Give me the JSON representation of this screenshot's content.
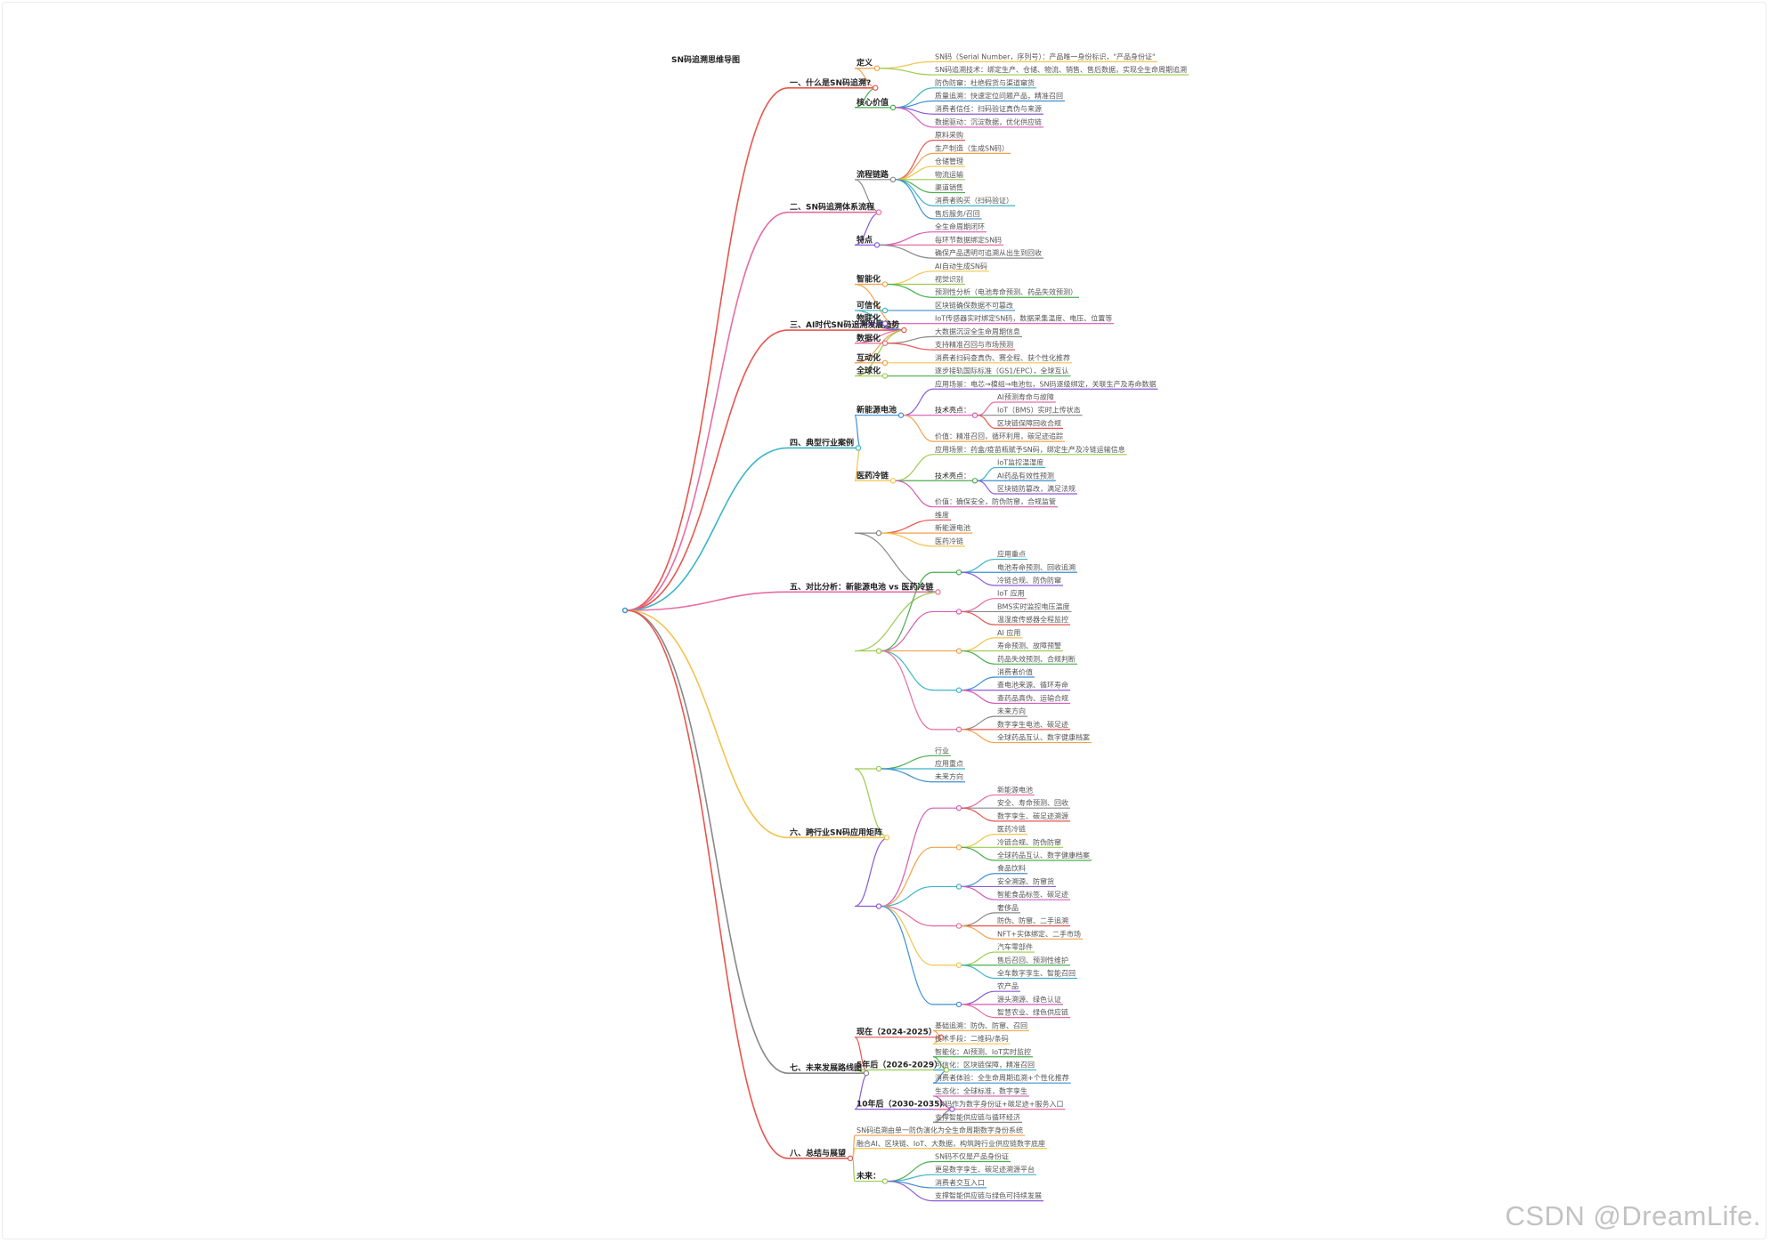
{
  "watermark": "CSDN @DreamLife.",
  "colors": [
    "#e8554e",
    "#f4a14a",
    "#f2c44d",
    "#9acb4e",
    "#4bae4f",
    "#3cb4c6",
    "#3f8fd2",
    "#8a5ad6",
    "#d65ab6",
    "#e86ba2",
    "#888888"
  ],
  "mindmap": {
    "root": "SN码追溯思维导图",
    "branches": [
      {
        "label": "一、什么是SN码追溯?",
        "children": [
          {
            "label": "定义",
            "children": [
              {
                "label": "SN码（Serial Number，序列号）：产品唯一身份标识，\"产品身份证\""
              },
              {
                "label": "SN码追溯技术：绑定生产、仓储、物流、销售、售后数据，实现全生命周期追溯"
              }
            ]
          },
          {
            "label": "核心价值",
            "children": [
              {
                "label": "防伪防窜：杜绝假货与渠道窜货"
              },
              {
                "label": "质量追溯：快速定位问题产品，精准召回"
              },
              {
                "label": "消费者信任：扫码验证真伪与来源"
              },
              {
                "label": "数据驱动：沉淀数据，优化供应链"
              }
            ]
          }
        ]
      },
      {
        "label": "二、SN码追溯体系流程",
        "children": [
          {
            "label": "流程链路",
            "children": [
              {
                "label": "原料采购"
              },
              {
                "label": "生产制造（生成SN码）"
              },
              {
                "label": "仓储管理"
              },
              {
                "label": "物流运输"
              },
              {
                "label": "渠道销售"
              },
              {
                "label": "消费者购买（扫码验证）"
              },
              {
                "label": "售后服务/召回"
              }
            ]
          },
          {
            "label": "特点",
            "children": [
              {
                "label": "全生命周期闭环"
              },
              {
                "label": "每环节数据绑定SN码"
              },
              {
                "label": "确保产品透明可追溯从出生到回收"
              }
            ]
          }
        ]
      },
      {
        "label": "三、AI时代SN码追溯发展趋势",
        "children": [
          {
            "label": "智能化",
            "children": [
              {
                "label": "AI自动生成SN码"
              },
              {
                "label": "视觉识别"
              },
              {
                "label": "预测性分析（电池寿命预测、药品失效预测）"
              }
            ]
          },
          {
            "label": "可信化",
            "children": [
              {
                "label": "区块链确保数据不可篡改"
              }
            ]
          },
          {
            "label": "物联化",
            "children": [
              {
                "label": "IoT传感器实时绑定SN码，数据采集温度、电压、位置等"
              }
            ]
          },
          {
            "label": "数据化",
            "children": [
              {
                "label": "大数据沉淀全生命周期信息"
              },
              {
                "label": "支持精准召回与市场预测"
              }
            ]
          },
          {
            "label": "互动化",
            "children": [
              {
                "label": "消费者扫码查真伪、赛全程、获个性化推荐"
              }
            ]
          },
          {
            "label": "全球化",
            "children": [
              {
                "label": "逐步接轨国际标准（GS1/EPC），全球互认"
              }
            ]
          }
        ]
      },
      {
        "label": "四、典型行业案例",
        "children": [
          {
            "label": "新能源电池",
            "children": [
              {
                "label": "应用场景：电芯→模组→电池包，SN码逐级绑定，关联生产及寿命数据"
              },
              {
                "label": "技术亮点：",
                "children": [
                  {
                    "label": "AI预测寿命与故障"
                  },
                  {
                    "label": "IoT（BMS）实时上传状态"
                  },
                  {
                    "label": "区块链保障回收合规"
                  }
                ]
              },
              {
                "label": "价值：精准召回，循环利用，碳足迹追踪"
              }
            ]
          },
          {
            "label": "医药冷链",
            "children": [
              {
                "label": "应用场景：药盒/疫苗瓶赋予SN码，绑定生产及冷链运输信息"
              },
              {
                "label": "技术亮点：",
                "children": [
                  {
                    "label": "IoT监控温湿度"
                  },
                  {
                    "label": "AI药品有效性预测"
                  },
                  {
                    "label": "区块链防篡改，满足法规"
                  }
                ]
              },
              {
                "label": "价值：确保安全，防伪防窜，合规监管"
              }
            ]
          }
        ]
      },
      {
        "label": "五、对比分析：新能源电池 vs 医药冷链",
        "children": [
          {
            "label": "",
            "children": [
              {
                "label": "维度"
              },
              {
                "label": "新能源电池"
              },
              {
                "label": "医药冷链"
              }
            ]
          },
          {
            "label": "",
            "children": [
              {
                "label": "",
                "children": [
                  {
                    "label": "应用重点"
                  },
                  {
                    "label": "电池寿命预测、回收追溯"
                  },
                  {
                    "label": "冷链合规、防伪防窜"
                  }
                ]
              },
              {
                "label": "",
                "children": [
                  {
                    "label": "IoT 应用"
                  },
                  {
                    "label": "BMS实时监控电压温度"
                  },
                  {
                    "label": "温湿度传感器全程监控"
                  }
                ]
              },
              {
                "label": "",
                "children": [
                  {
                    "label": "AI 应用"
                  },
                  {
                    "label": "寿命预测、故障预警"
                  },
                  {
                    "label": "药品失效预测、合规判断"
                  }
                ]
              },
              {
                "label": "",
                "children": [
                  {
                    "label": "消费者价值"
                  },
                  {
                    "label": "查电池来源、循环寿命"
                  },
                  {
                    "label": "查药品真伪、运输合规"
                  }
                ]
              },
              {
                "label": "",
                "children": [
                  {
                    "label": "未来方向"
                  },
                  {
                    "label": "数字孪生电池、碳足迹"
                  },
                  {
                    "label": "全球药品互认、数字健康档案"
                  }
                ]
              }
            ]
          }
        ]
      },
      {
        "label": "六、跨行业SN码应用矩阵",
        "children": [
          {
            "label": "",
            "children": [
              {
                "label": "行业"
              },
              {
                "label": "应用重点"
              },
              {
                "label": "未来方向"
              }
            ]
          },
          {
            "label": "",
            "children": [
              {
                "label": "",
                "children": [
                  {
                    "label": "新能源电池"
                  },
                  {
                    "label": "安全、寿命预测、回收"
                  },
                  {
                    "label": "数字孪生、碳足迹溯源"
                  }
                ]
              },
              {
                "label": "",
                "children": [
                  {
                    "label": "医药冷链"
                  },
                  {
                    "label": "冷链合规、防伪防窜"
                  },
                  {
                    "label": "全球药品互认、数字健康档案"
                  }
                ]
              },
              {
                "label": "",
                "children": [
                  {
                    "label": "食品饮料"
                  },
                  {
                    "label": "安全溯源、防窜货"
                  },
                  {
                    "label": "智能食品标签、碳足迹"
                  }
                ]
              },
              {
                "label": "",
                "children": [
                  {
                    "label": "奢侈品"
                  },
                  {
                    "label": "防伪、防窜、二手追溯"
                  },
                  {
                    "label": "NFT+实体绑定、二手市场"
                  }
                ]
              },
              {
                "label": "",
                "children": [
                  {
                    "label": "汽车零部件"
                  },
                  {
                    "label": "售后召回、预测性维护"
                  },
                  {
                    "label": "全车数字孪生、智能召回"
                  }
                ]
              },
              {
                "label": "",
                "children": [
                  {
                    "label": "农产品"
                  },
                  {
                    "label": "源头溯源、绿色认证"
                  },
                  {
                    "label": "智慧农业、绿色供应链"
                  }
                ]
              }
            ]
          }
        ]
      },
      {
        "label": "七、未来发展路线图",
        "children": [
          {
            "label": "现在（2024-2025）",
            "children": [
              {
                "label": "基础追溯：防伪、防窜、召回"
              },
              {
                "label": "技术手段：二维码/条码"
              }
            ]
          },
          {
            "label": "5年后（2026-2029）",
            "children": [
              {
                "label": "智能化：AI预测、IoT实时监控"
              },
              {
                "label": "可信化：区块链保障，精准召回"
              },
              {
                "label": "消费者体验：全生命周期追溯+个性化推荐"
              }
            ]
          },
          {
            "label": "10年后（2030-2035）",
            "children": [
              {
                "label": "生态化：全球标准，数字孪生"
              },
              {
                "label": "SN码作为数字身份证+碳足迹+服务入口"
              },
              {
                "label": "支撑智能供应链与循环经济"
              }
            ]
          }
        ]
      },
      {
        "label": "八、总结与展望",
        "children": [
          {
            "label": "SN码追溯由单一防伪演化为全生命周期数字身份系统"
          },
          {
            "label": "融合AI、区块链、IoT、大数据，构筑跨行业供应链数字底座"
          },
          {
            "label": "未来：",
            "children": [
              {
                "label": "SN码不仅是产品身份证"
              },
              {
                "label": "更是数字孪生、碳足迹溯源平台"
              },
              {
                "label": "消费者交互入口"
              },
              {
                "label": "支撑智能供应链与绿色可持续发展"
              }
            ]
          }
        ]
      }
    ]
  }
}
